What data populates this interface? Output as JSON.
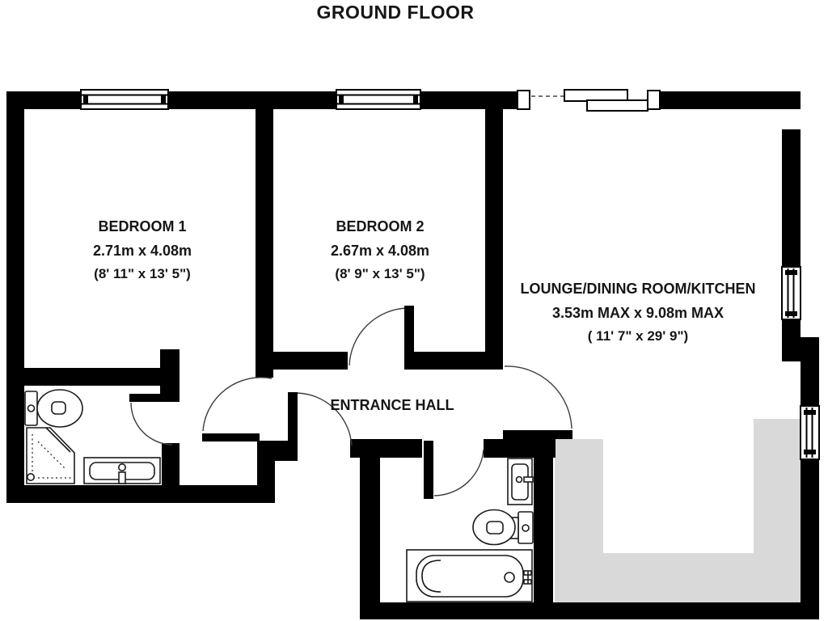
{
  "title": "GROUND FLOOR",
  "rooms": {
    "bedroom1": {
      "name": "BEDROOM 1",
      "size_metric": "2.71m x 4.08m",
      "size_imperial": "(8' 11\" x 13' 5\")"
    },
    "bedroom2": {
      "name": "BEDROOM 2",
      "size_metric": "2.67m x 4.08m",
      "size_imperial": "(8' 9\" x 13' 5\")"
    },
    "lounge": {
      "name": "LOUNGE/DINING ROOM/KITCHEN",
      "size_metric": "3.53m MAX x 9.08m MAX",
      "size_imperial": "( 11' 7\" x 29' 9\")"
    },
    "entrance_hall": {
      "name": "ENTRANCE HALL"
    }
  },
  "fixtures": {
    "ensuite": [
      "toilet",
      "shower",
      "sink"
    ],
    "bathroom": [
      "sink",
      "toilet",
      "bath"
    ]
  },
  "features": {
    "windows": 4,
    "doors": 6,
    "sliding_patio_door": 1
  },
  "colors": {
    "wall": "#000000",
    "background": "#ffffff",
    "kitchen_counter": "#d9d9d9",
    "door_arc": "#3c3c3c",
    "fixture_line": "#1a1a1a",
    "text": "#161616"
  }
}
